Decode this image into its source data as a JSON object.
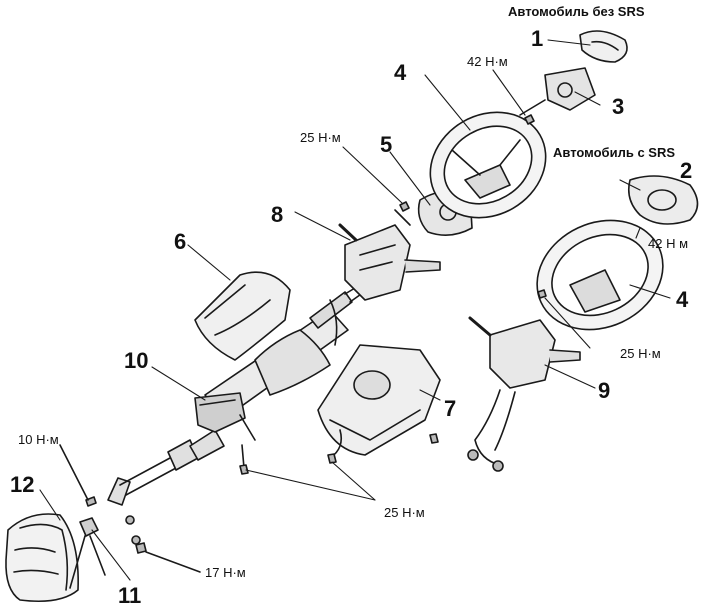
{
  "headers": {
    "without_srs": "Автомобиль без SRS",
    "with_srs": "Автомобиль с SRS"
  },
  "callouts": [
    "1",
    "2",
    "3",
    "4",
    "5",
    "6",
    "7",
    "8",
    "9",
    "10",
    "11",
    "12"
  ],
  "torques": {
    "t42a": "42 Н·м",
    "t42b": "42 Н м",
    "t25a": "25 Н·м",
    "t25b": "25 Н·м",
    "t25c": "25 Н·м",
    "t10": "10 Н·м",
    "t17": "17 Н·м"
  },
  "colors": {
    "line": "#1a1a1a",
    "paper": "#ffffff",
    "shade": "#d9d9d9"
  }
}
